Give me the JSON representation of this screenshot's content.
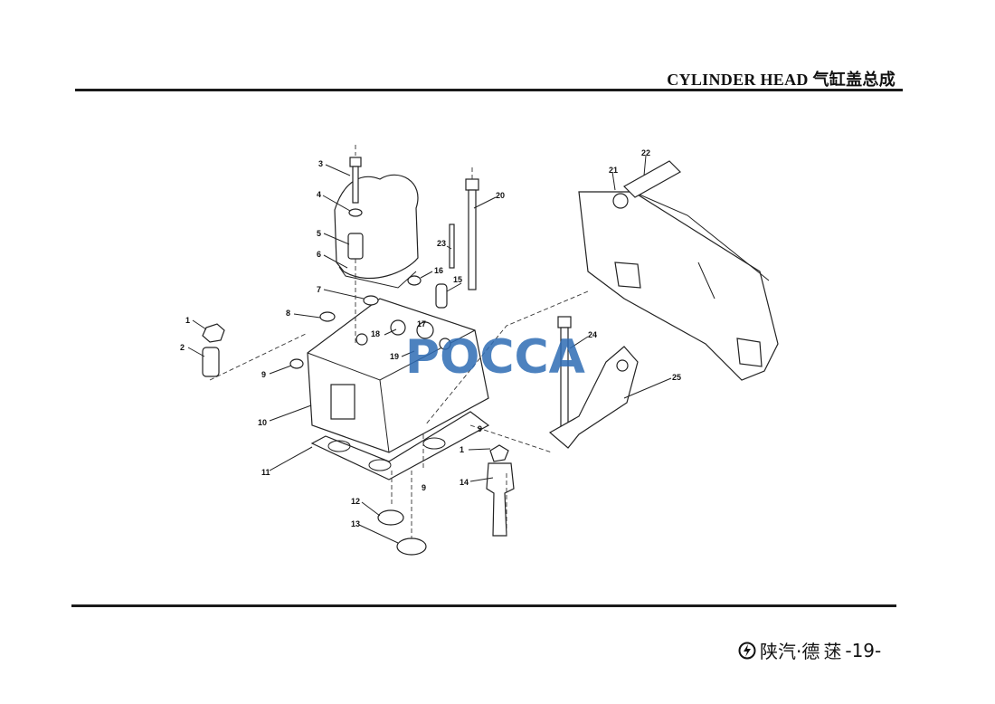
{
  "header": {
    "title": "CYLINDER HEAD 气缸盖总成"
  },
  "footer": {
    "brand": "陕汽·德",
    "brand_glyph": "蒁",
    "page": "-19-"
  },
  "watermark": {
    "text": "POCCA",
    "color": "#2f6db5"
  },
  "callouts": [
    "1",
    "2",
    "3",
    "4",
    "5",
    "6",
    "7",
    "8",
    "9",
    "10",
    "11",
    "12",
    "13",
    "14",
    "15",
    "16",
    "17",
    "18",
    "19",
    "20",
    "21",
    "22",
    "23",
    "24",
    "25",
    "9",
    "1",
    "9"
  ]
}
